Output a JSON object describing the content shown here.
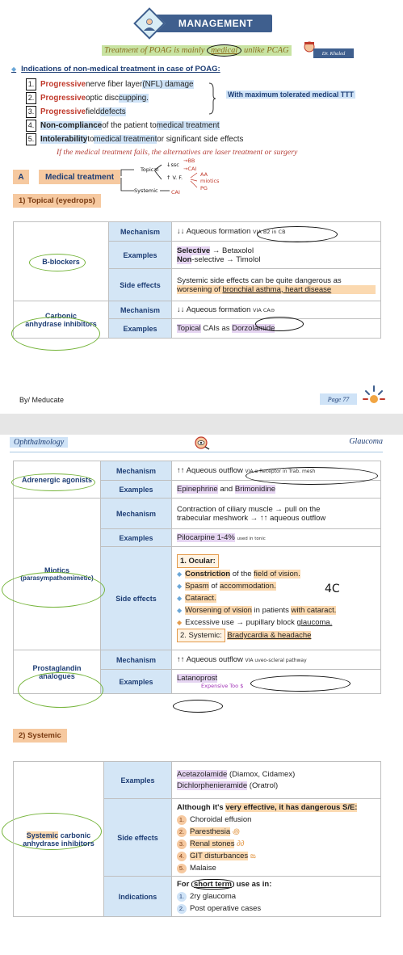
{
  "page1": {
    "banner": "MANAGEMENT",
    "headline_pre": "Treatment of POAG is mainly ",
    "headline_circled": "medical",
    "headline_post": " unlike PCAG",
    "author_badge": "Dr. Khaled",
    "indications_title": "Indications of non-medical treatment in case of POAG:",
    "indications": [
      {
        "num": "1.",
        "red": "Progressive",
        "rest": " nerve fiber layer ",
        "hl": "(NFL) damage"
      },
      {
        "num": "2.",
        "red": "Progressive",
        "rest": " optic disc ",
        "hl": "cupping."
      },
      {
        "num": "3.",
        "red": "Progressive",
        "rest": " field ",
        "hl": "defects"
      },
      {
        "num": "4.",
        "bold": "Non-compliance",
        "rest": " of the patient to ",
        "hl": "medical treatment"
      },
      {
        "num": "5.",
        "bold": "Intolerability",
        "rest": " to ",
        "hl": "medical treatment",
        "tail": " or significant side effects"
      }
    ],
    "brace_label": "With maximum tolerated medical TTT",
    "italic_note": "If the medical treatment fails, the alternatives are laser treatment or surgery",
    "section_letter": "A",
    "section_label": "Medical treatment",
    "topical_label": "1) Topical (eyedrops)",
    "handwritten": {
      "topical": "Topical",
      "systemic": "Systemic",
      "ssc": "↓ssc",
      "bb": "→BB",
      "cai1": "→CAI",
      "uf": "↑ V. F.",
      "aa": "AA",
      "miotics": "miotics",
      "pg": "PG",
      "cai2": "CAI"
    },
    "footer_by": "By/ Meducate",
    "footer_page": "Page 77"
  },
  "table1": {
    "keys": {
      "mechanism": "Mechanism",
      "examples": "Examples",
      "side_effects": "Side effects"
    },
    "bblockers": {
      "name": "B-blockers",
      "mechanism": "↓↓ Aqueous formation",
      "mech_hand": "VIA B2 in CB",
      "ex1_bold": "Selective",
      "ex1_rest": " → Betaxolol",
      "ex2_bold": "Non",
      "ex2_rest": "-selective → Timolol",
      "se1": "Systemic side effects can be quite dangerous as",
      "se2_pre": "worsening of ",
      "se2_ul": "bronchial asthma, heart disease"
    },
    "cai": {
      "name_l1": "Carbonic",
      "name_l2": "anhydrase inhibitors",
      "mechanism": "↓↓ Aqueous formation",
      "mech_hand": "VIA CA⊖",
      "examples_pre": "Topical",
      "examples_mid": " CAIs as ",
      "examples_hl": "Dorzolamide"
    }
  },
  "page2": {
    "header_left": "Ophthalmology",
    "header_right": "Glaucoma",
    "systemic_label": "2) Systemic"
  },
  "table2": {
    "adrenergic": {
      "name": "Adrenergic agonists",
      "mechanism": "↑↑ Aqueous outflow",
      "mech_hand": "VIA α Receptor in Trab. mesh",
      "ex_a": "Epinephrine",
      "ex_mid": " and ",
      "ex_b": "Brimonidine"
    },
    "miotics": {
      "name_l1": "Miotics",
      "name_l2": "(parasympathomimetic)",
      "mech1": "Contraction of ciliary muscle → pull on the",
      "mech2": "trabecular meshwork → ↑↑ aqueous outflow",
      "example": "Pilocarpine 1-4%",
      "ex_hand": "used in tonic",
      "ocular_label": "1.  Ocular:",
      "ocular": [
        {
          "a": "Constriction",
          "b": " of the ",
          "c": "field of vision."
        },
        {
          "a": "Spasm",
          "b": " of ",
          "c": "accommodation."
        },
        {
          "a": "Cataract.",
          "b": "",
          "c": ""
        },
        {
          "a": "Worsening of vision",
          "b": " in patients ",
          "c": "with cataract."
        },
        {
          "a": "Excessive use → pupillary block ",
          "b": "",
          "c": "glaucoma."
        }
      ],
      "systemic_label": "2.  Systemic:",
      "systemic": "Bradycardia & headache",
      "hand_4c": "4C"
    },
    "prostaglandin": {
      "name_l1": "Prostaglandin",
      "name_l2": "analogues",
      "mechanism": "↑↑ Aqueous outflow",
      "mech_hand": "VIA uveo-scleral pathway",
      "example": "Latanoprost",
      "ex_hand": "Expensive Too $"
    },
    "systemic_cai": {
      "name_l1_hl": "Systemic",
      "name_l1_rest": " carbonic",
      "name_l2": "anhydrase inhibitors",
      "ex1_hl": "Acetazolamide",
      "ex1_rest": " (Diamox, Cidamex)",
      "ex2_hl": "Dichlorphenieramide",
      "ex2_rest": " (Oratrol)",
      "se_intro_pre": "Although it's ",
      "se_intro_hl": "very effective, it has dangerous S/E:",
      "se": [
        {
          "n": "1.",
          "t": "Choroidal effusion"
        },
        {
          "n": "2.",
          "t": "Paresthesia"
        },
        {
          "n": "3.",
          "t": "Renal stones"
        },
        {
          "n": "4.",
          "t": "GIT disturbances"
        },
        {
          "n": "5.",
          "t": "Malaise"
        }
      ],
      "ind_pre": "For ",
      "ind_ul": "short term",
      "ind_post": " use as in:",
      "ind": [
        {
          "n": "1.",
          "t": "2ry glaucoma"
        },
        {
          "n": "2.",
          "t": "Post operative cases"
        }
      ]
    }
  }
}
